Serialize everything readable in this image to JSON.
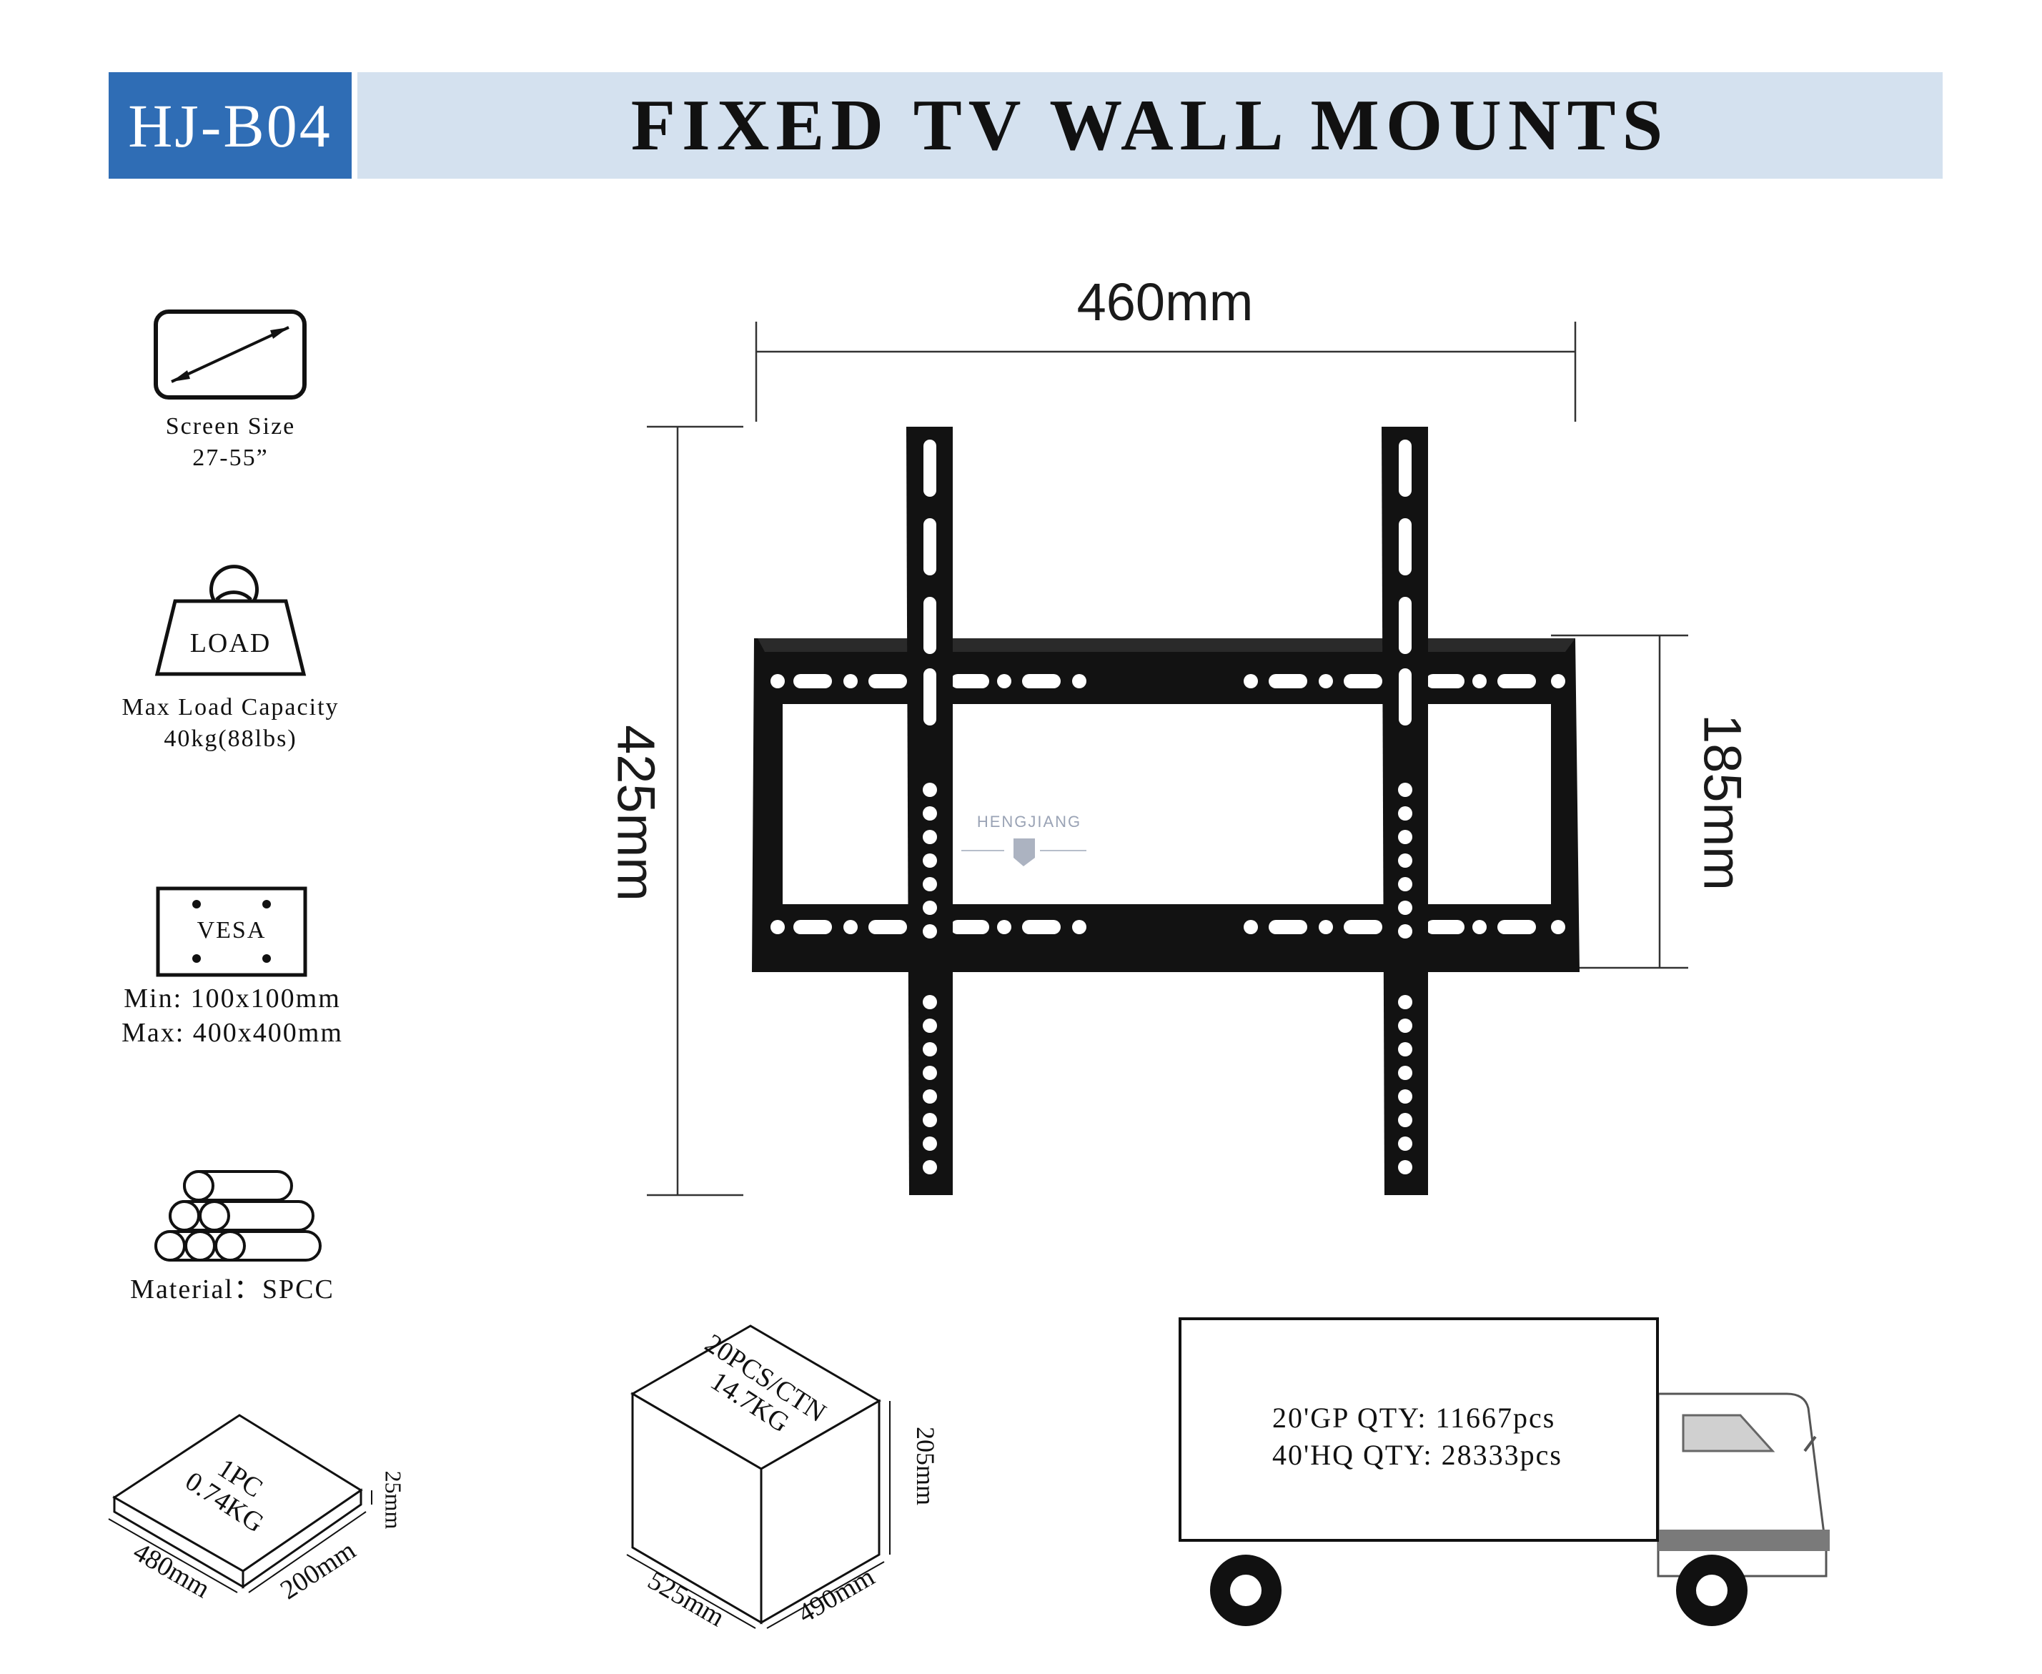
{
  "header": {
    "model": "HJ-B04",
    "title": "FIXED TV WALL MOUNTS"
  },
  "specs": {
    "screen_size": {
      "icon": "screen-diagonal-icon",
      "label": "Screen Size",
      "value": "27-55”"
    },
    "load": {
      "icon": "weight-icon",
      "icon_text": "LOAD",
      "label": "Max Load Capacity",
      "value": "40kg(88lbs)"
    },
    "vesa": {
      "icon": "vesa-pattern-icon",
      "icon_text": "VESA",
      "min": "Min: 100x100mm",
      "max": "Max: 400x400mm"
    },
    "material": {
      "icon": "steel-pipes-icon",
      "label": "Material：SPCC"
    }
  },
  "product": {
    "width": "460mm",
    "height": "425mm",
    "frame_height": "185mm",
    "watermark": "HENGJIANG"
  },
  "single_package": {
    "line1": "1PC",
    "line2": "0.74KG",
    "length": "480mm",
    "width": "200mm",
    "height": "25mm"
  },
  "carton": {
    "line1": "20PCS/CTN",
    "line2": "14.7KG",
    "length": "525mm",
    "width": "490mm",
    "height": "205mm"
  },
  "shipping": {
    "gp20": "20'GP QTY: 11667pcs",
    "hq40": "40'HQ QTY: 28333pcs"
  },
  "colors": {
    "model_badge": "#2f6db5",
    "title_bar": "#d4e1ef",
    "mount_metal": "#111111"
  }
}
